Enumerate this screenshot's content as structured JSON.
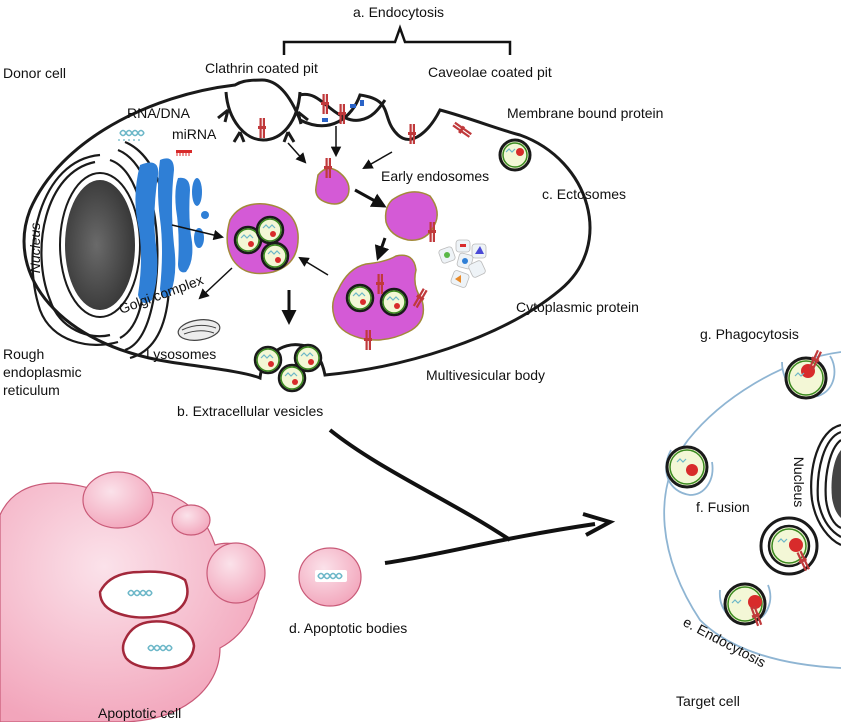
{
  "labels": {
    "endocytosis_top": "a. Endocytosis",
    "clathrin": "Clathrin coated pit",
    "caveolae": "Caveolae coated pit",
    "donor_cell": "Donor cell",
    "rna_dna": "RNA/DNA",
    "mirna": "miRNA",
    "membrane_protein": "Membrane bound protein",
    "early_endosomes": "Early endosomes",
    "ectosomes": "c. Ectosomes",
    "nucleus_donor": "Nucleus",
    "golgi": "Golgi complex",
    "cytoplasmic_protein": "Cytoplasmic protein",
    "lysosomes": "Lysosomes",
    "rough_er_1": "Rough",
    "rough_er_2": "endoplasmic",
    "rough_er_3": "reticulum",
    "mvb": "Multivesicular body",
    "ev": "b. Extracellular vesicles",
    "phagocytosis": "g. Phagocytosis",
    "nucleus_target": "Nucleus",
    "fusion": "f. Fusion",
    "apoptotic_bodies": "d. Apoptotic bodies",
    "endocytosis_target": "e. Endocytosis",
    "target_cell": "Target cell",
    "apoptotic_cell": "Apoptotic cell"
  },
  "colors": {
    "membrane": "#1a1a1a",
    "golgi": "#2f7fd6",
    "endosome_fill": "#d45ad6",
    "endosome_stroke": "#a38a3a",
    "vesicle_fill": "#f3f7d6",
    "vesicle_ring": "#3b8a1f",
    "protein": "#c0393b",
    "apoptotic_fill": "#f5b8c8",
    "apoptotic_stroke": "#c95a78",
    "target_membrane": "#8fb5d3",
    "nucleus_dark": "#5a5a5a"
  }
}
